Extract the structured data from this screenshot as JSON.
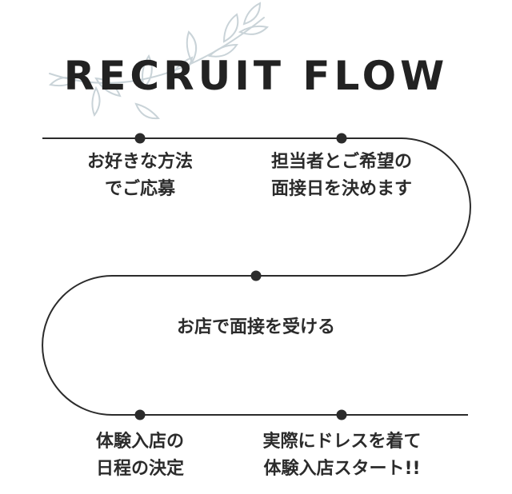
{
  "title": "RECRUIT FLOW",
  "colors": {
    "line": "#2b2b2b",
    "text": "#2b2b2b",
    "leaf": "#c9d3d8"
  },
  "icons": {
    "decoration": "leaf-branch-icon"
  },
  "steps": [
    {
      "lines": [
        "お好きな方法",
        "でご応募"
      ]
    },
    {
      "lines": [
        "担当者とご希望の",
        "面接日を決めます"
      ]
    },
    {
      "lines": [
        "お店で面接を受ける"
      ]
    },
    {
      "lines": [
        "体験入店の",
        "日程の決定"
      ]
    },
    {
      "lines": [
        "実際にドレスを着て",
        "体験入店スタート!!"
      ]
    }
  ]
}
